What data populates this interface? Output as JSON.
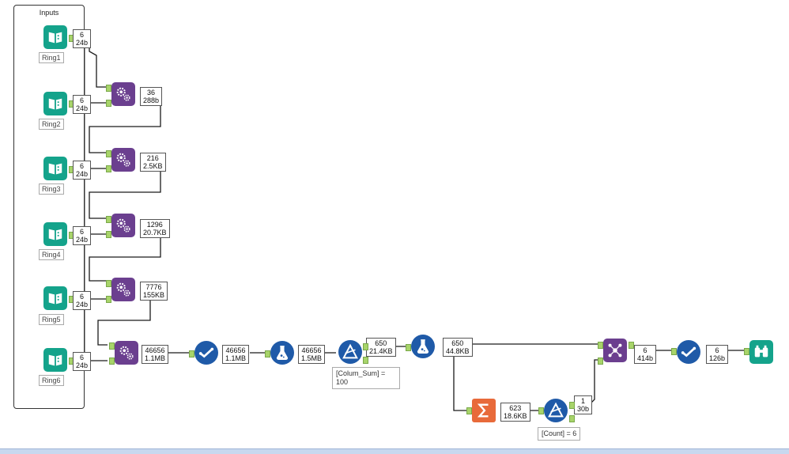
{
  "container": {
    "title": "Inputs"
  },
  "inputs": [
    {
      "label": "Ring1",
      "records": "6",
      "size": "24b"
    },
    {
      "label": "Ring2",
      "records": "6",
      "size": "24b"
    },
    {
      "label": "Ring3",
      "records": "6",
      "size": "24b"
    },
    {
      "label": "Ring4",
      "records": "6",
      "size": "24b"
    },
    {
      "label": "Ring5",
      "records": "6",
      "size": "24b"
    },
    {
      "label": "Ring6",
      "records": "6",
      "size": "24b"
    }
  ],
  "appends": [
    {
      "records": "36",
      "size": "288b"
    },
    {
      "records": "216",
      "size": "2.5KB"
    },
    {
      "records": "1296",
      "size": "20.7KB"
    },
    {
      "records": "7776",
      "size": "155KB"
    },
    {
      "records": "46656",
      "size": "1.1MB"
    }
  ],
  "pipeline": {
    "select1": {
      "records": "46656",
      "size": "1.1MB"
    },
    "formula1": {
      "records": "46656",
      "size": "1.5MB"
    },
    "filter1": {
      "records": "650",
      "size": "21.4KB",
      "annotation": "[Colum_Sum] =\n100"
    },
    "formula2": {
      "records": "650",
      "size": "44.8KB"
    },
    "summarize": {
      "records": "623",
      "size": "18.6KB"
    },
    "filter2": {
      "records": "1",
      "size": "30b",
      "annotation": "[Count] = 6"
    },
    "join": {
      "records": "6",
      "size": "414b"
    },
    "select2": {
      "records": "6",
      "size": "126b"
    }
  },
  "icons": {
    "input": "book-input-icon",
    "append": "append-fields-gears-icon",
    "select": "select-check-icon",
    "formula": "formula-flask-icon",
    "filter": "filter-triangle-icon",
    "summarize": "summarize-sigma-icon",
    "join": "join-multiple-icon",
    "browse": "browse-binoculars-icon"
  },
  "colors": {
    "input_tool": "#14a38b",
    "append_tool": "#6b3f8f",
    "prep_tool": "#1f5aa8",
    "summarize_tool": "#e86a3a",
    "browse_tool": "#14a38b"
  }
}
